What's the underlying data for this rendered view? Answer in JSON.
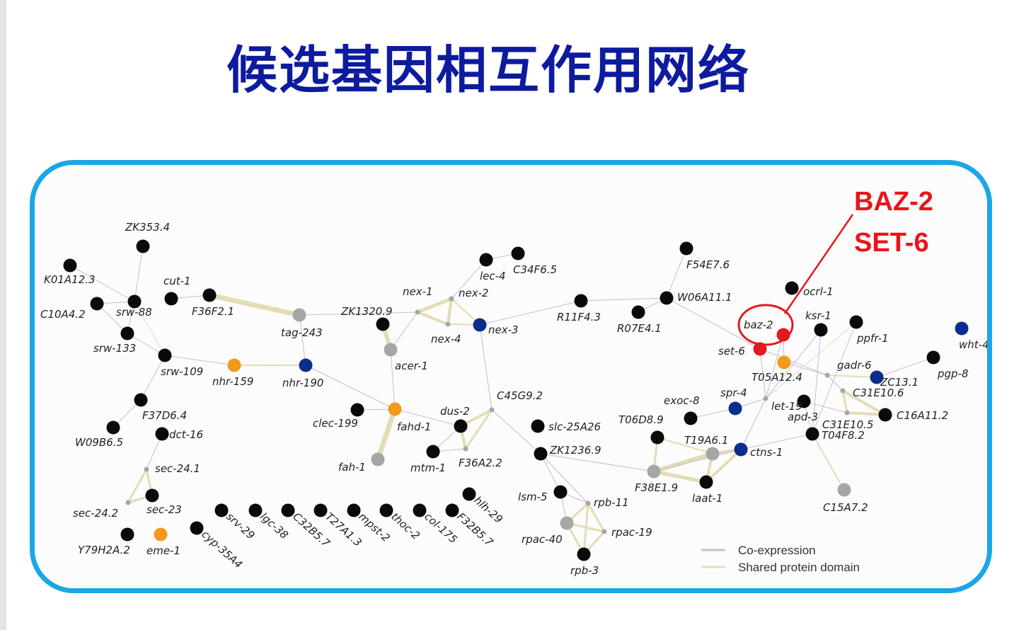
{
  "title": "候选基因相互作用网络",
  "callout": {
    "line1": "BAZ-2",
    "line2": "SET-6"
  },
  "colors": {
    "black": "#0a0a0a",
    "gray": "#a6a6a6",
    "blue": "#0b2d8c",
    "orange": "#f29a1b",
    "red": "#e3191e",
    "coexpression": "#cbbad4",
    "shared_domain": "#e3ddb6",
    "frame": "#1aa7e6"
  },
  "legend": [
    {
      "label": "Co-expression",
      "color_key": "coexpression"
    },
    {
      "label": "Shared protein domain",
      "color_key": "shared_domain"
    }
  ],
  "nodes": [
    {
      "id": "ZK353.4",
      "label": "ZK353.4",
      "color": "black"
    },
    {
      "id": "K01A12.3",
      "label": "K01A12.3",
      "color": "black"
    },
    {
      "id": "C10A4.2",
      "label": "C10A4.2",
      "color": "black"
    },
    {
      "id": "srw-88",
      "label": "srw-88",
      "color": "black"
    },
    {
      "id": "srw-133",
      "label": "srw-133",
      "color": "black"
    },
    {
      "id": "cut-1",
      "label": "cut-1",
      "color": "black"
    },
    {
      "id": "F36F2.1",
      "label": "F36F2.1",
      "color": "black"
    },
    {
      "id": "tag-243",
      "label": "tag-243",
      "color": "gray"
    },
    {
      "id": "srw-109",
      "label": "srw-109",
      "color": "black"
    },
    {
      "id": "nhr-159",
      "label": "nhr-159",
      "color": "orange"
    },
    {
      "id": "nhr-190",
      "label": "nhr-190",
      "color": "blue"
    },
    {
      "id": "F37D6.4",
      "label": "F37D6.4",
      "color": "black"
    },
    {
      "id": "W09B6.5",
      "label": "W09B6.5",
      "color": "black"
    },
    {
      "id": "dct-16",
      "label": "dct-16",
      "color": "black"
    },
    {
      "id": "sec-24.1",
      "label": "sec-24.1",
      "color": "gray",
      "small": true
    },
    {
      "id": "sec-23",
      "label": "sec-23",
      "color": "black"
    },
    {
      "id": "sec-24.2",
      "label": "sec-24.2",
      "color": "gray",
      "small": true
    },
    {
      "id": "Y79H2A.2",
      "label": "Y79H2A.2",
      "color": "black"
    },
    {
      "id": "eme-1",
      "label": "eme-1",
      "color": "orange"
    },
    {
      "id": "cyp-35A4",
      "label": "cyp-35A4",
      "color": "black"
    },
    {
      "id": "srv-29",
      "label": "srv-29",
      "color": "black"
    },
    {
      "id": "lgc-38",
      "label": "lgc-38",
      "color": "black"
    },
    {
      "id": "C32B5.7",
      "label": "C32B5.7",
      "color": "black"
    },
    {
      "id": "T27A1.3",
      "label": "T27A1.3",
      "color": "black"
    },
    {
      "id": "mpst-2",
      "label": "mpst-2",
      "color": "black"
    },
    {
      "id": "thoc-2",
      "label": "thoc-2",
      "color": "black"
    },
    {
      "id": "col-175",
      "label": "col-175",
      "color": "black"
    },
    {
      "id": "F32B5.7",
      "label": "F32B5.7",
      "color": "black"
    },
    {
      "id": "hlh-29",
      "label": "hlh-29",
      "color": "black"
    },
    {
      "id": "ZK1320.9",
      "label": "ZK1320.9",
      "color": "gray",
      "small": true
    },
    {
      "id": "nex-1",
      "label": "nex-1",
      "color": "gray",
      "small": true
    },
    {
      "id": "nex-2",
      "label": "nex-2",
      "color": "gray",
      "small": true
    },
    {
      "id": "nex-4",
      "label": "nex-4",
      "color": "gray",
      "small": true
    },
    {
      "id": "nex-3",
      "label": "nex-3",
      "color": "blue"
    },
    {
      "id": "lec-4",
      "label": "lec-4",
      "color": "black"
    },
    {
      "id": "C34F6.5",
      "label": "C34F6.5",
      "color": "black"
    },
    {
      "id": "unl-1",
      "label": "",
      "color": "black"
    },
    {
      "id": "acer-1",
      "label": "acer-1",
      "color": "gray"
    },
    {
      "id": "fahd-1",
      "label": "fahd-1",
      "color": "orange"
    },
    {
      "id": "clec-199",
      "label": "clec-199",
      "color": "black"
    },
    {
      "id": "fah-1",
      "label": "fah-1",
      "color": "gray"
    },
    {
      "id": "dus-2",
      "label": "dus-2",
      "color": "black"
    },
    {
      "id": "mtm-1",
      "label": "mtm-1",
      "color": "black"
    },
    {
      "id": "F36A2.2",
      "label": "F36A2.2",
      "color": "gray",
      "small": true
    },
    {
      "id": "C45G9.2",
      "label": "C45G9.2",
      "color": "gray",
      "small": true
    },
    {
      "id": "slc-25A26",
      "label": "slc-25A26",
      "color": "black"
    },
    {
      "id": "ZK1236.9",
      "label": "ZK1236.9",
      "color": "black"
    },
    {
      "id": "lsm-5",
      "label": "lsm-5",
      "color": "black"
    },
    {
      "id": "rpb-11",
      "label": "rpb-11",
      "color": "gray",
      "small": true
    },
    {
      "id": "rpac-40",
      "label": "rpac-40",
      "color": "gray"
    },
    {
      "id": "rpac-19",
      "label": "rpac-19",
      "color": "gray",
      "small": true
    },
    {
      "id": "rpb-3",
      "label": "rpb-3",
      "color": "black"
    },
    {
      "id": "R11F4.3",
      "label": "R11F4.3",
      "color": "black"
    },
    {
      "id": "R07E4.1",
      "label": "R07E4.1",
      "color": "black"
    },
    {
      "id": "W06A11.1",
      "label": "W06A11.1",
      "color": "black"
    },
    {
      "id": "F54E7.6",
      "label": "F54E7.6",
      "color": "black"
    },
    {
      "id": "T06D8.9",
      "label": "T06D8.9",
      "color": "black"
    },
    {
      "id": "exoc-8",
      "label": "exoc-8",
      "color": "black"
    },
    {
      "id": "T19A6.1",
      "label": "T19A6.1",
      "color": "gray"
    },
    {
      "id": "F38E1.9",
      "label": "F38E1.9",
      "color": "gray"
    },
    {
      "id": "laat-1",
      "label": "laat-1",
      "color": "black"
    },
    {
      "id": "ctns-1",
      "label": "ctns-1",
      "color": "blue"
    },
    {
      "id": "spr-4",
      "label": "spr-4",
      "color": "blue"
    },
    {
      "id": "let-19",
      "label": "let-19",
      "color": "gray",
      "small": true
    },
    {
      "id": "baz-2",
      "label": "baz-2",
      "color": "red"
    },
    {
      "id": "set-6",
      "label": "set-6",
      "color": "red"
    },
    {
      "id": "T05A12.4",
      "label": "T05A12.4",
      "color": "orange"
    },
    {
      "id": "ocrl-1",
      "label": "ocrl-1",
      "color": "black"
    },
    {
      "id": "ksr-1",
      "label": "ksr-1",
      "color": "black"
    },
    {
      "id": "ppfr-1",
      "label": "ppfr-1",
      "color": "black"
    },
    {
      "id": "wht-4",
      "label": "wht-4",
      "color": "blue"
    },
    {
      "id": "pgp-8",
      "label": "pgp-8",
      "color": "black"
    },
    {
      "id": "gadr-6",
      "label": "gadr-6",
      "color": "gray",
      "small": true
    },
    {
      "id": "ZC13.1",
      "label": "ZC13.1",
      "color": "blue"
    },
    {
      "id": "C31E10.6",
      "label": "C31E10.6",
      "color": "gray",
      "small": true
    },
    {
      "id": "apd-3",
      "label": "apd-3",
      "color": "black"
    },
    {
      "id": "C31E10.5",
      "label": "C31E10.5",
      "color": "gray",
      "small": true
    },
    {
      "id": "C16A11.2",
      "label": "C16A11.2",
      "color": "black"
    },
    {
      "id": "T04F8.2",
      "label": "T04F8.2",
      "color": "black"
    },
    {
      "id": "C15A7.2",
      "label": "C15A7.2",
      "color": "gray"
    }
  ],
  "edges": [
    [
      "ZK353.4",
      "srw-88",
      "co",
      1
    ],
    [
      "K01A12.3",
      "srw-88",
      "co",
      1
    ],
    [
      "C10A4.2",
      "srw-88",
      "co",
      1
    ],
    [
      "C10A4.2",
      "srw-133",
      "co",
      1
    ],
    [
      "srw-88",
      "srw-133",
      "co",
      1
    ],
    [
      "srw-133",
      "srw-109",
      "co",
      1
    ],
    [
      "srw-88",
      "srw-109",
      "sd",
      1
    ],
    [
      "srw-109",
      "nhr-159",
      "co",
      1
    ],
    [
      "nhr-159",
      "nhr-190",
      "sd",
      2
    ],
    [
      "srw-109",
      "F37D6.4",
      "co",
      1
    ],
    [
      "F37D6.4",
      "W09B6.5",
      "co",
      1
    ],
    [
      "cut-1",
      "F36F2.1",
      "co",
      1
    ],
    [
      "F36F2.1",
      "tag-243",
      "sd",
      7
    ],
    [
      "tag-243",
      "ZK1320.9",
      "co",
      1
    ],
    [
      "tag-243",
      "nhr-190",
      "co",
      1
    ],
    [
      "nhr-190",
      "fahd-1",
      "co",
      1
    ],
    [
      "dct-16",
      "sec-24.1",
      "co",
      1
    ],
    [
      "sec-24.1",
      "sec-23",
      "sd",
      3
    ],
    [
      "sec-23",
      "sec-24.2",
      "sd",
      3
    ],
    [
      "sec-24.2",
      "sec-24.1",
      "sd",
      3
    ],
    [
      "ZK1320.9",
      "nex-1",
      "sd",
      5
    ],
    [
      "ZK1320.9",
      "nex-4",
      "sd",
      4
    ],
    [
      "nex-1",
      "nex-2",
      "sd",
      5
    ],
    [
      "nex-2",
      "nex-4",
      "sd",
      4
    ],
    [
      "nex-1",
      "nex-4",
      "sd",
      4
    ],
    [
      "ZK1320.9",
      "nex-2",
      "sd",
      4
    ],
    [
      "nex-2",
      "nex-3",
      "sd",
      2
    ],
    [
      "nex-4",
      "nex-3",
      "sd",
      2
    ],
    [
      "nex-2",
      "lec-4",
      "co",
      1
    ],
    [
      "lec-4",
      "C34F6.5",
      "co",
      1
    ],
    [
      "ZK1320.9",
      "acer-1",
      "co",
      1
    ],
    [
      "unl-1",
      "acer-1",
      "sd",
      6
    ],
    [
      "acer-1",
      "fahd-1",
      "co",
      1
    ],
    [
      "fahd-1",
      "fah-1",
      "sd",
      7
    ],
    [
      "clec-199",
      "fahd-1",
      "co",
      1
    ],
    [
      "fahd-1",
      "dus-2",
      "co",
      1
    ],
    [
      "nex-3",
      "C45G9.2",
      "co",
      1
    ],
    [
      "nex-3",
      "R11F4.3",
      "co",
      1
    ],
    [
      "R11F4.3",
      "W06A11.1",
      "co",
      1
    ],
    [
      "W06A11.1",
      "R07E4.1",
      "co",
      1
    ],
    [
      "W06A11.1",
      "F54E7.6",
      "co",
      1
    ],
    [
      "W06A11.1",
      "set-6",
      "co",
      1
    ],
    [
      "C45G9.2",
      "dus-2",
      "sd",
      4
    ],
    [
      "dus-2",
      "F36A2.2",
      "sd",
      4
    ],
    [
      "C45G9.2",
      "F36A2.2",
      "sd",
      3
    ],
    [
      "dus-2",
      "mtm-1",
      "co",
      1
    ],
    [
      "F36A2.2",
      "mtm-1",
      "co",
      1
    ],
    [
      "C45G9.2",
      "ZK1236.9",
      "co",
      1
    ],
    [
      "ZK1236.9",
      "lsm-5",
      "co",
      1
    ],
    [
      "ZK1236.9",
      "rpb-11",
      "co",
      1
    ],
    [
      "ZK1236.9",
      "F38E1.9",
      "co",
      1
    ],
    [
      "lsm-5",
      "rpb-11",
      "co",
      1
    ],
    [
      "rpb-11",
      "rpac-40",
      "sd",
      3
    ],
    [
      "rpb-11",
      "rpac-19",
      "sd",
      3
    ],
    [
      "rpb-11",
      "rpb-3",
      "sd",
      3
    ],
    [
      "rpac-40",
      "rpb-3",
      "sd",
      3
    ],
    [
      "rpac-40",
      "rpac-19",
      "sd",
      3
    ],
    [
      "rpac-19",
      "rpb-3",
      "sd",
      3
    ],
    [
      "lsm-5",
      "rpac-40",
      "co",
      1
    ],
    [
      "F38E1.9",
      "T19A6.1",
      "sd",
      6
    ],
    [
      "F38E1.9",
      "laat-1",
      "sd",
      5
    ],
    [
      "T19A6.1",
      "laat-1",
      "sd",
      4
    ],
    [
      "T19A6.1",
      "ctns-1",
      "sd",
      4
    ],
    [
      "laat-1",
      "ctns-1",
      "sd",
      4
    ],
    [
      "F38E1.9",
      "T06D8.9",
      "sd",
      3
    ],
    [
      "F38E1.9",
      "ctns-1",
      "co",
      1
    ],
    [
      "T06D8.9",
      "T19A6.1",
      "sd",
      2
    ],
    [
      "exoc-8",
      "spr-4",
      "co",
      1
    ],
    [
      "spr-4",
      "let-19",
      "co",
      1
    ],
    [
      "let-19",
      "set-6",
      "co",
      1
    ],
    [
      "let-19",
      "baz-2",
      "co",
      1
    ],
    [
      "let-19",
      "ctns-1",
      "co",
      1
    ],
    [
      "let-19",
      "ksr-1",
      "co",
      1
    ],
    [
      "ksr-1",
      "T04F8.2",
      "co",
      1
    ],
    [
      "set-6",
      "gadr-6",
      "co",
      1
    ],
    [
      "baz-2",
      "T05A12.4",
      "co",
      1
    ],
    [
      "T05A12.4",
      "gadr-6",
      "co",
      1
    ],
    [
      "gadr-6",
      "ZC13.1",
      "sd",
      2
    ],
    [
      "ZC13.1",
      "pgp-8",
      "co",
      1
    ],
    [
      "gadr-6",
      "C31E10.6",
      "co",
      1
    ],
    [
      "C31E10.6",
      "C16A11.2",
      "sd",
      4
    ],
    [
      "C31E10.5",
      "C16A11.2",
      "sd",
      4
    ],
    [
      "C31E10.6",
      "C31E10.5",
      "sd",
      3
    ],
    [
      "apd-3",
      "C31E10.5",
      "co",
      1
    ],
    [
      "apd-3",
      "T04F8.2",
      "co",
      1
    ],
    [
      "T04F8.2",
      "C15A7.2",
      "sd",
      2
    ],
    [
      "let-19",
      "ppfr-1",
      "sd",
      1
    ],
    [
      "ppfr-1",
      "T04F8.2",
      "co",
      1
    ],
    [
      "T04F8.2",
      "ctns-1",
      "co",
      1
    ]
  ]
}
